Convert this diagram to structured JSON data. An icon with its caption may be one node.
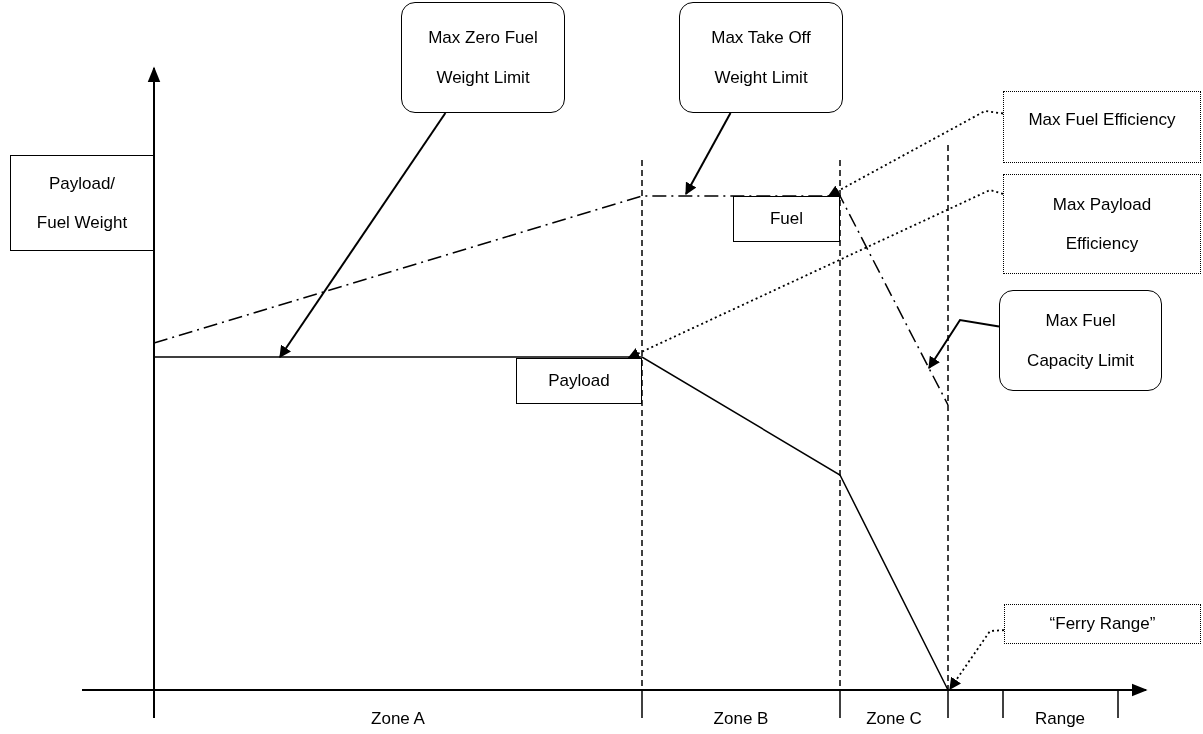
{
  "diagram": {
    "nodes": [
      {
        "text": [
          "Payload/ Fuel Weight"
        ]
      },
      {
        "text": [
          "Max Zero Fuel Weight Limit"
        ]
      },
      {
        "text": [
          "Max Take Off Weight Limit"
        ]
      },
      {
        "text": [
          "Max Fuel Efficiency"
        ]
      },
      {
        "text": [
          "Max Payload Efficiency"
        ]
      },
      {
        "text": [
          "Max Fuel Capacity Limit"
        ]
      },
      {
        "text": [
          "Fuel"
        ]
      },
      {
        "text": [
          "Payload"
        ]
      },
      {
        "text": [
          "“Ferry Range”"
        ]
      }
    ],
    "edges": [
      {
        "from": 1,
        "to": null,
        "arrow": "to"
      },
      {
        "from": 2,
        "to": null,
        "arrow": "to"
      },
      {
        "from": 3,
        "to": 6,
        "arrow": "to",
        "style": "dashed"
      },
      {
        "from": 4,
        "to": 7,
        "arrow": "to",
        "style": "dashed"
      },
      {
        "from": 5,
        "to": null,
        "arrow": "to"
      },
      {
        "from": 8,
        "to": null,
        "arrow": "to",
        "style": "dashed"
      }
    ],
    "labels": [
      "Zone A",
      "Zone B",
      "Zone C",
      "Range"
    ]
  }
}
